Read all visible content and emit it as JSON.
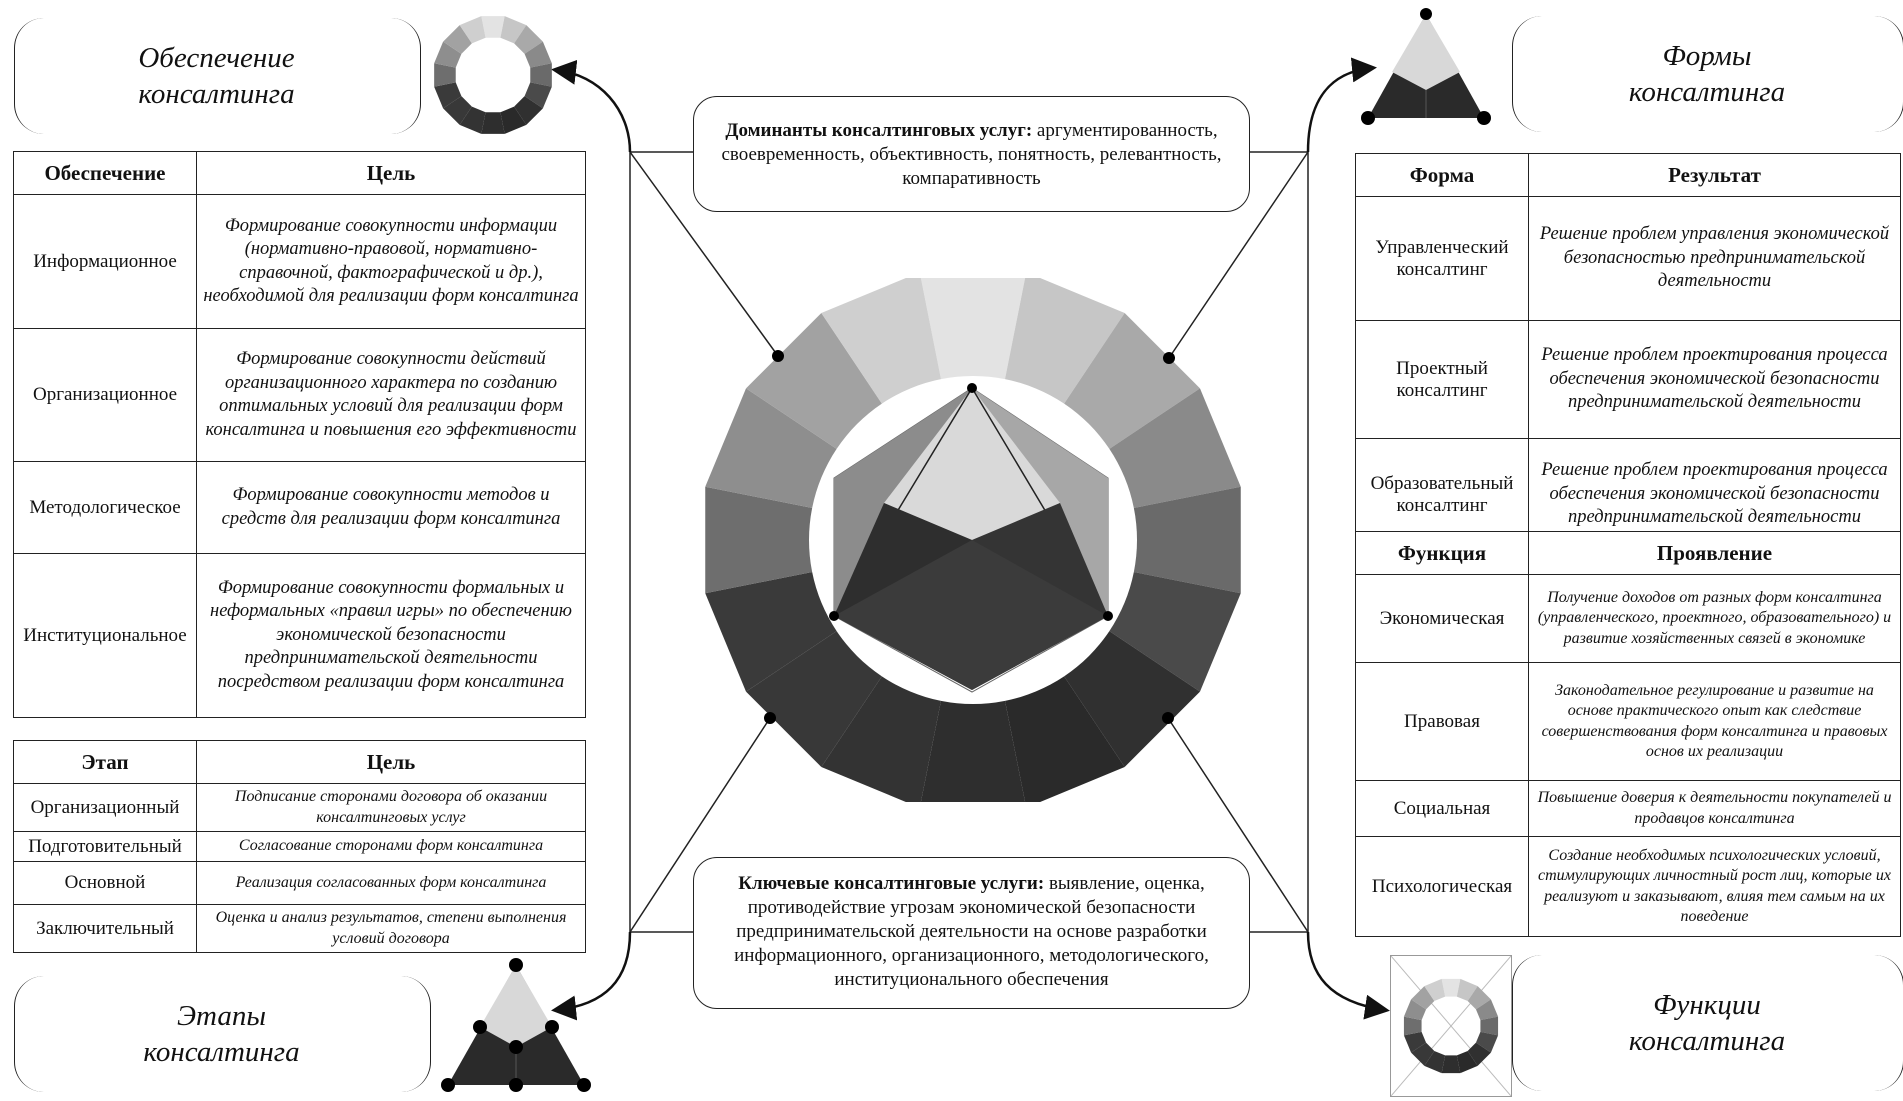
{
  "titles": {
    "support": [
      "Обеспечение",
      "консалтинга"
    ],
    "forms": [
      "Формы",
      "консалтинга"
    ],
    "stages": [
      "Этапы",
      "консалтинга"
    ],
    "functions": [
      "Функции",
      "консалтинга"
    ]
  },
  "support_table": {
    "headers": [
      "Обеспечение",
      "Цель"
    ],
    "rows": [
      [
        "Информационное",
        "Формирование совокупности информации (нормативно-правовой, нормативно-справочной, фактографической и др.), необходимой для реализации форм консалтинга"
      ],
      [
        "Организационное",
        "Формирование совокупности действий организационного характера по созданию оптимальных условий для реализации форм консалтинга и повышения его эффективности"
      ],
      [
        "Методологическое",
        "Формирование совокупности методов и средств для реализации форм консалтинга"
      ],
      [
        "Институциональное",
        "Формирование совокупности формальных и неформальных «правил игры» по обеспечению экономической безопасности предпринимательской деятельности посредством реализации форм консалтинга"
      ]
    ]
  },
  "stages_table": {
    "headers": [
      "Этап",
      "Цель"
    ],
    "rows": [
      [
        "Организационный",
        "Подписание сторонами договора об оказании консалтинговых услуг"
      ],
      [
        "Подготовительный",
        "Согласование сторонами форм консалтинга"
      ],
      [
        "Основной",
        "Реализация согласованных форм консалтинга"
      ],
      [
        "Заключительный",
        "Оценка и анализ результатов, степени выполнения условий договора"
      ]
    ]
  },
  "forms_table": {
    "headers": [
      "Форма",
      "Результат"
    ],
    "rows": [
      [
        "Управленческий консалтинг",
        "Решение проблем управления экономической безопасностью предпринимательской деятельности"
      ],
      [
        "Проектный консалтинг",
        "Решение проблем проектирования процесса обеспечения экономической безопасности предпринимательской деятельности"
      ],
      [
        "Образовательный консалтинг",
        "Решение проблем проектирования процесса обеспечения экономической безопасности предпринимательской деятельности"
      ]
    ]
  },
  "functions_table": {
    "headers": [
      "Функция",
      "Проявление"
    ],
    "rows": [
      [
        "Экономическая",
        "Получение доходов от разных форм консалтинга (управленческого, проектного, образовательного) и развитие хозяйственных связей в экономике"
      ],
      [
        "Правовая",
        "Законодательное регулирование и развитие на основе практического опыт как следствие совершенствования форм консалтинга и правовых основ их реализации"
      ],
      [
        "Социальная",
        "Повышение доверия к деятельности покупателей и продавцов консалтинга"
      ],
      [
        "Психологическая",
        "Создание необходимых психологических условий, стимулирующих личностный рост лиц, которые их реализуют и заказывают, влияя тем самым на их поведение"
      ]
    ]
  },
  "dominants": {
    "label": "Доминанты консалтинговых услуг:",
    "text": "аргументированность, своевременность, объективность, понятность, релевантность, компаративность"
  },
  "key_services": {
    "label": "Ключевые консалтинговые услуги:",
    "text": "выявление, оценка, противодействие угрозам экономической безопасности предпринимательской деятельности на основе разработки информационного, организационного, методологического, институционального обеспечения"
  }
}
